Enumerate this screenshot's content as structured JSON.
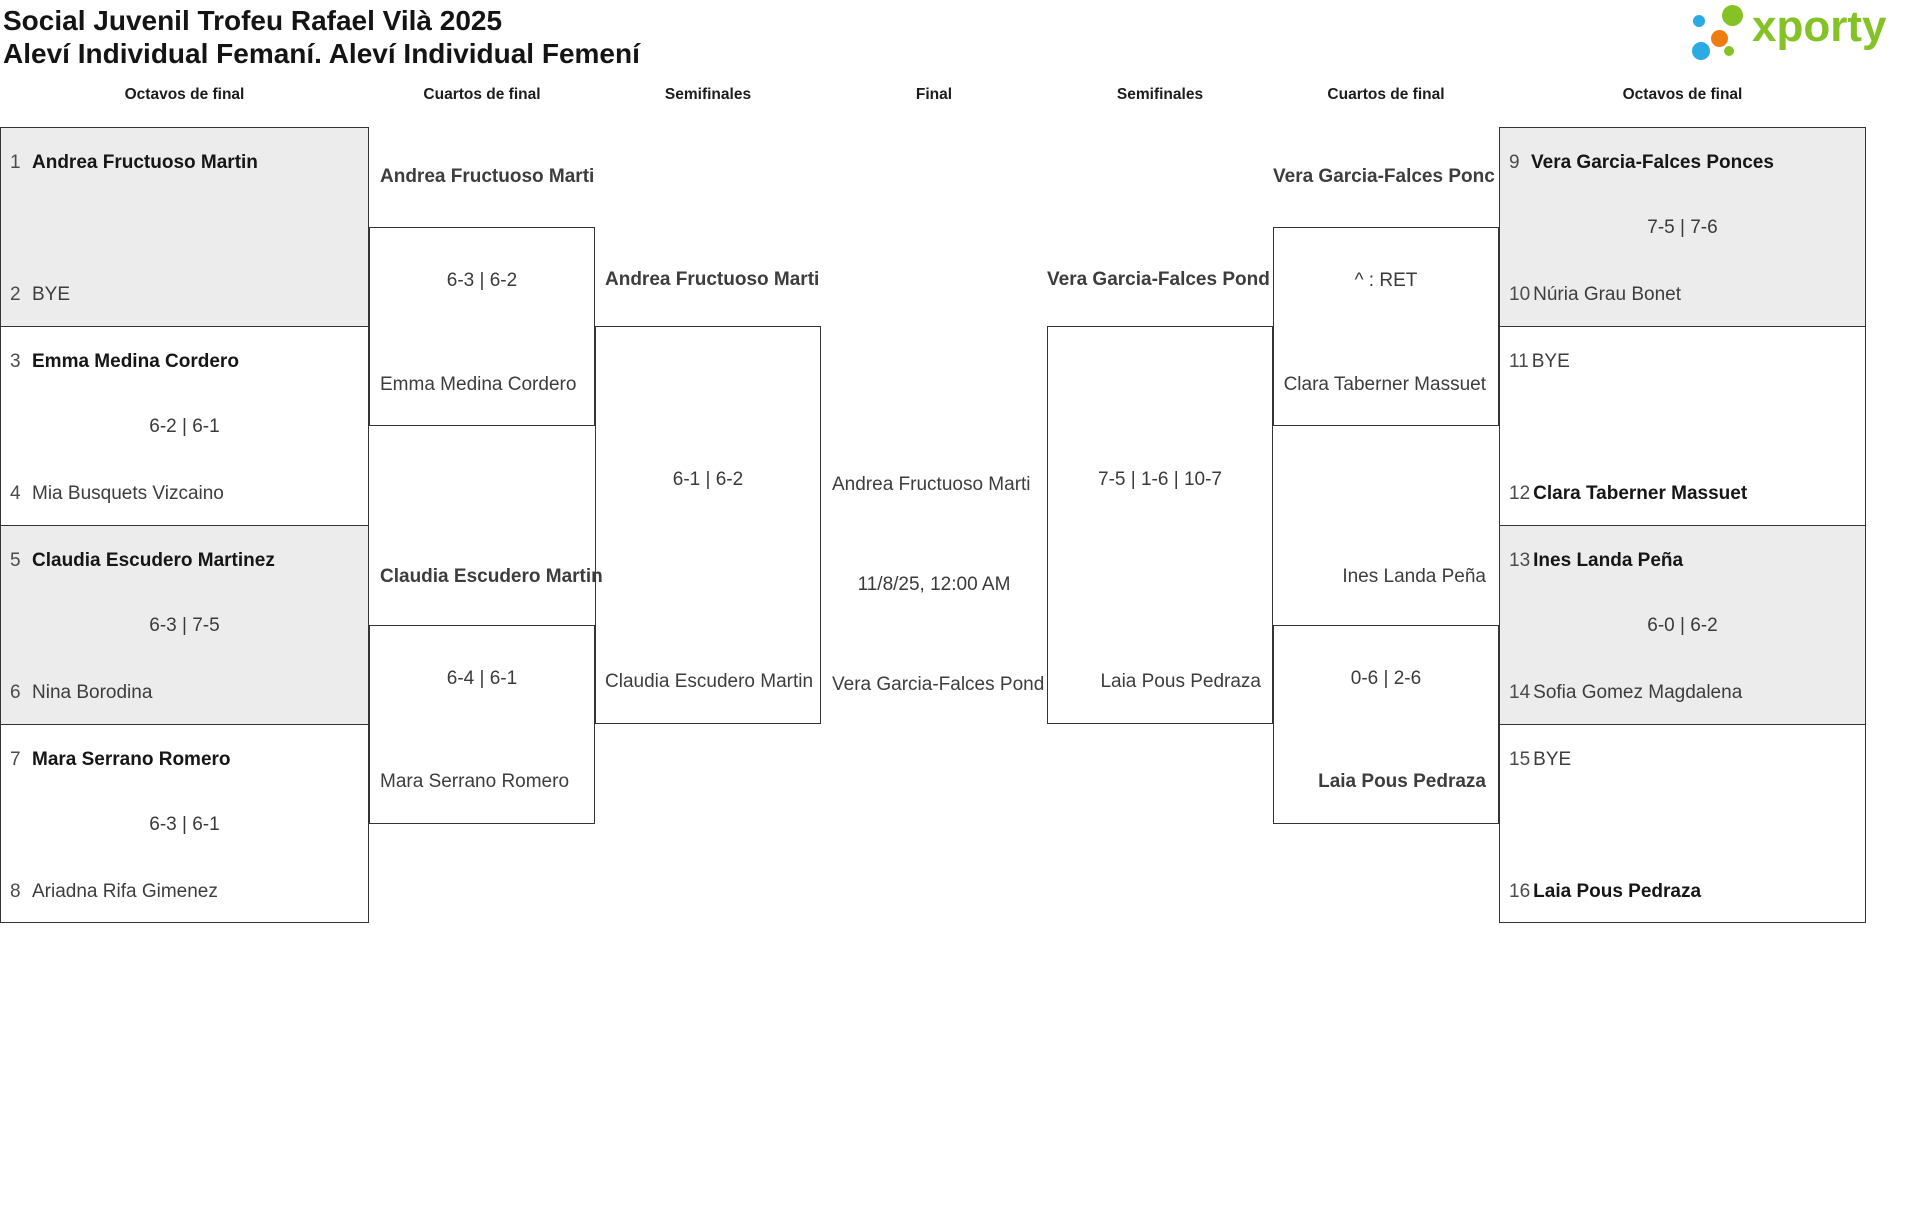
{
  "page": {
    "title_line1": "Social Juvenil Trofeu Rafael Vilà 2025",
    "title_line2": "Aleví Individual Femaní. Aleví Individual Femení"
  },
  "logo": {
    "text": "xporty",
    "green": "#84c225",
    "blue": "#2aabe4",
    "orange": "#ee7d11"
  },
  "colors": {
    "box_fill": "#ececec",
    "border": "#343434"
  },
  "round_headers": [
    "Octavos de final",
    "Cuartos de final",
    "Semifinales",
    "Final",
    "Semifinales",
    "Cuartos de final",
    "Octavos de final"
  ],
  "bracket": {
    "octavos_left": [
      {
        "top_seed": "1",
        "top_name": "Andrea Fructuoso Martin",
        "top_bold": true,
        "score": "",
        "bottom_seed": "2",
        "bottom_name": "BYE",
        "bottom_bold": false
      },
      {
        "top_seed": "3",
        "top_name": "Emma Medina Cordero",
        "top_bold": true,
        "score": "6-2 | 6-1",
        "bottom_seed": "4",
        "bottom_name": "Mia Busquets Vizcaino",
        "bottom_bold": false
      },
      {
        "top_seed": "5",
        "top_name": "Claudia Escudero Martinez",
        "top_bold": true,
        "score": "6-3 | 7-5",
        "bottom_seed": "6",
        "bottom_name": "Nina Borodina",
        "bottom_bold": false
      },
      {
        "top_seed": "7",
        "top_name": "Mara Serrano Romero",
        "top_bold": true,
        "score": "6-3 | 6-1",
        "bottom_seed": "8",
        "bottom_name": "Ariadna Rifa Gimenez",
        "bottom_bold": false
      }
    ],
    "octavos_right": [
      {
        "top_seed": "9",
        "top_name": "Vera Garcia-Falces Ponces",
        "top_bold": true,
        "score": "7-5 | 7-6",
        "bottom_seed": "10",
        "bottom_name": "Núria Grau Bonet",
        "bottom_bold": false
      },
      {
        "top_seed": "11",
        "top_name": "BYE",
        "top_bold": false,
        "score": "",
        "bottom_seed": "12",
        "bottom_name": "Clara Taberner Massuet",
        "bottom_bold": true
      },
      {
        "top_seed": "13",
        "top_name": "Ines Landa Peña",
        "top_bold": true,
        "score": "6-0 | 6-2",
        "bottom_seed": "14",
        "bottom_name": "Sofia Gomez Magdalena",
        "bottom_bold": false
      },
      {
        "top_seed": "15",
        "top_name": "BYE",
        "top_bold": false,
        "score": "",
        "bottom_seed": "16",
        "bottom_name": "Laia Pous Pedraza",
        "bottom_bold": true
      }
    ],
    "cuartos_left": [
      {
        "top_name": "Andrea Fructuoso Marti",
        "top_bold": true,
        "score": "6-3 | 6-2",
        "bottom_name": "Emma Medina Cordero",
        "bottom_bold": false
      },
      {
        "top_name": "Claudia Escudero Martin",
        "top_bold": true,
        "score": "6-4 | 6-1",
        "bottom_name": "Mara Serrano Romero",
        "bottom_bold": false
      }
    ],
    "cuartos_right": [
      {
        "top_name": "Vera Garcia-Falces Ponc",
        "top_bold": true,
        "score": "^ : RET",
        "bottom_name": "Clara Taberner Massuet",
        "bottom_bold": false
      },
      {
        "top_name": "Ines Landa Peña",
        "top_bold": false,
        "score": "0-6 | 2-6",
        "bottom_name": "Laia Pous Pedraza",
        "bottom_bold": true
      }
    ],
    "semifinal_left": {
      "top_name": "Andrea Fructuoso Marti",
      "top_bold": true,
      "score": "6-1 | 6-2",
      "bottom_name": "Claudia Escudero Martin",
      "bottom_bold": false
    },
    "semifinal_right": {
      "top_name": "Vera Garcia-Falces Pond",
      "top_bold": true,
      "score": "7-5 | 1-6 | 10-7",
      "bottom_name": "Laia Pous Pedraza",
      "bottom_bold": false
    },
    "final": {
      "top_name": "Andrea Fructuoso Marti",
      "date": "11/8/25, 12:00 AM",
      "bottom_name": "Vera Garcia-Falces Pond"
    }
  }
}
